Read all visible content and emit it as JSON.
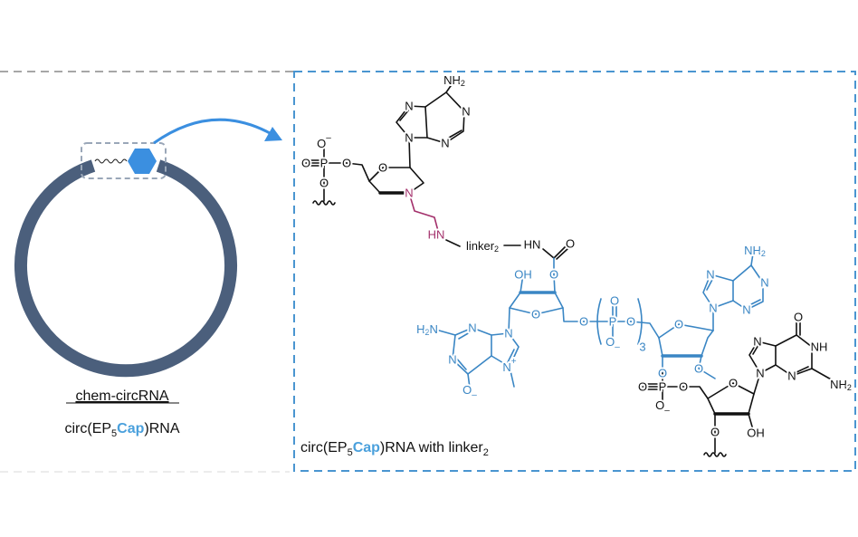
{
  "colors": {
    "ring": "#4b5f7c",
    "accent": "#3a86c4",
    "cap_highlight": "#4aa0dc",
    "linker": "#a3306b",
    "frame_grey": "#a7a7a7",
    "frame_blue": "#4a95d0"
  },
  "left_panel": {
    "title": "chem-circRNA",
    "label": {
      "pre": "circ(EP",
      "sub": "5",
      "cap": "Cap",
      "post": ")RNA"
    }
  },
  "caption": {
    "pre": "circ(EP",
    "sub": "5",
    "cap": "Cap",
    "mid": ")RNA with linker",
    "sub2": "2"
  },
  "atoms": {
    "N": "N",
    "O": "O",
    "P": "P",
    "NH": "NH",
    "NH2": "NH",
    "two": "2",
    "HN": "HN",
    "H2N": "H",
    "OH": "OH",
    "minus": "–",
    "plus": "+",
    "three": "3",
    "linker": "linker",
    "linker_sub": "2"
  }
}
